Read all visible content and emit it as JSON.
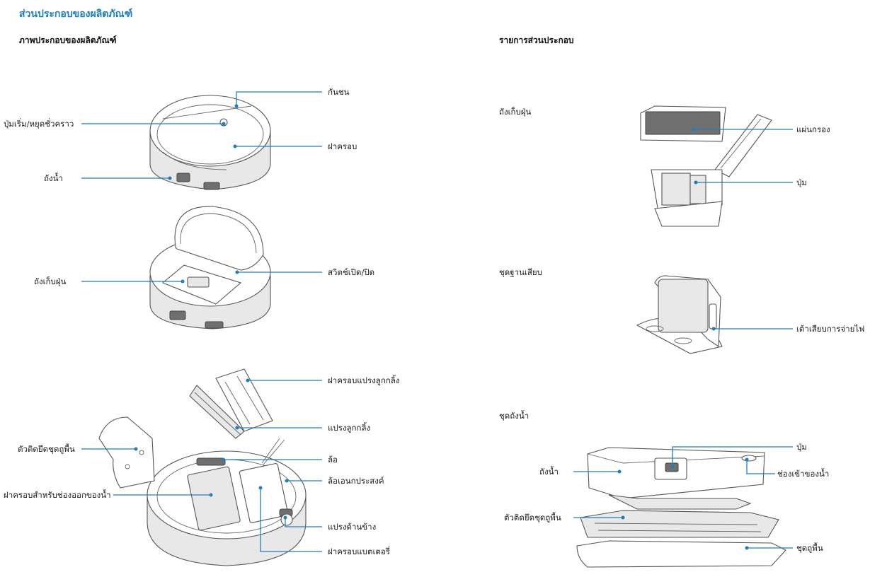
{
  "page": {
    "title": "ส่วนประกอบของผลิตภัณฑ์",
    "left_heading": "ภาพประกอบของผลิตภัณฑ์",
    "right_heading": "รายการส่วนประกอบ"
  },
  "left_labels": {
    "bumper": "กันชน",
    "start_pause_button": "ปุ่มเริ่ม/หยุดชั่วคราว",
    "top_cover": "ฝาครอบ",
    "water_tank": "ถังน้ำ",
    "dustbin": "ถังเก็บฝุ่น",
    "power_switch": "สวิตช์เปิด/ปิด",
    "roller_brush_cover": "ฝาครอบแปรงลูกกลิ้ง",
    "roller_brush": "แปรงลูกกลิ้ง",
    "mop_mount": "ตัวติดยึดชุดถูพื้น",
    "wheel": "ล้อ",
    "omni_wheel": "ล้อเอนกประสงค์",
    "water_outlet_cover": "ฝาครอบสำหรับช่องออกของน้ำ",
    "side_brush": "แปรงด้านข้าง",
    "battery_cover": "ฝาครอบแบตเตอรี่"
  },
  "right_groups": {
    "dustbin": "ถังเก็บฝุ่น",
    "dock": "ชุดฐานเสียบ",
    "water_tank_set": "ชุดถังน้ำ"
  },
  "right_labels": {
    "filter": "แผ่นกรอง",
    "dustbin_button": "ปุ่ม",
    "dock_power_socket": "เต้าเสียบการจ่ายไฟ",
    "tank_button": "ปุ่ม",
    "water_tank": "ถังน้ำ",
    "water_inlet": "ช่องเข้าของน้ำ",
    "mop_mount": "ตัวติดยึดชุดถูพื้น",
    "mop": "ชุดถูพื้น"
  },
  "colors": {
    "accent": "#1e7fbf",
    "text": "#1a1a1a",
    "line_art": "#555555"
  }
}
